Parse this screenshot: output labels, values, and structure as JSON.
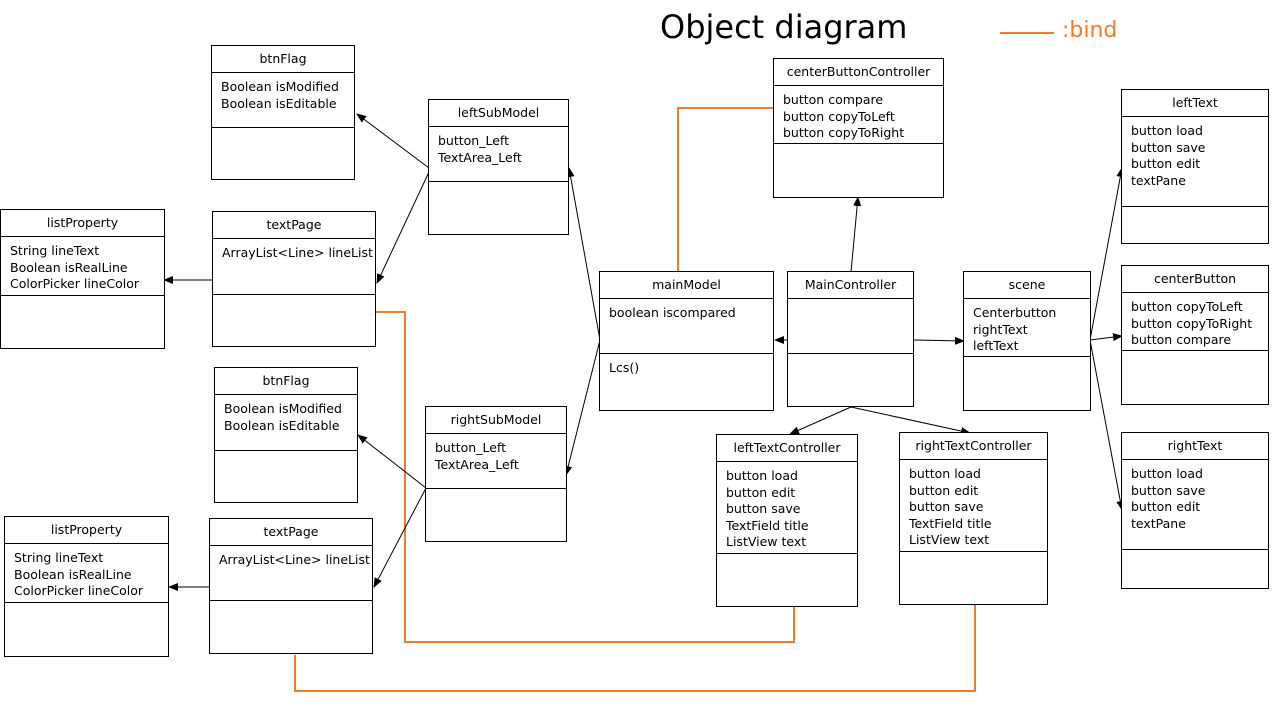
{
  "title": "Object diagram",
  "legend": {
    "label": ":bind",
    "color": "#ED7D31"
  },
  "boxes": {
    "btnFlag_top": {
      "name": "btnFlag",
      "attributes": [
        "Boolean isModified",
        "Boolean isEditable"
      ],
      "methods": []
    },
    "leftSubModel": {
      "name": "leftSubModel",
      "attributes": [
        "button_Left",
        "TextArea_Left"
      ],
      "methods": []
    },
    "listProperty_top": {
      "name": "listProperty",
      "attributes": [
        "String lineText",
        "Boolean isRealLine",
        "ColorPicker lineColor"
      ],
      "methods": []
    },
    "textPage_top": {
      "name": "textPage",
      "attributes": [
        "ArrayList<Line> lineList"
      ],
      "methods": []
    },
    "btnFlag_bottom": {
      "name": "btnFlag",
      "attributes": [
        "Boolean isModified",
        "Boolean isEditable"
      ],
      "methods": []
    },
    "rightSubModel": {
      "name": "rightSubModel",
      "attributes": [
        "button_Left",
        "TextArea_Left"
      ],
      "methods": []
    },
    "listProperty_bottom": {
      "name": "listProperty",
      "attributes": [
        "String lineText",
        "Boolean isRealLine",
        "ColorPicker lineColor"
      ],
      "methods": []
    },
    "textPage_bottom": {
      "name": "textPage",
      "attributes": [
        "ArrayList<Line> lineList"
      ],
      "methods": []
    },
    "centerButtonController": {
      "name": "centerButtonController",
      "attributes": [
        "button compare",
        "button copyToLeft",
        "button copyToRight"
      ],
      "methods": []
    },
    "mainModel": {
      "name": "mainModel",
      "attributes": [
        "boolean iscompared"
      ],
      "methods": [
        "Lcs()"
      ]
    },
    "MainController": {
      "name": "MainController",
      "attributes": [],
      "methods": []
    },
    "scene": {
      "name": "scene",
      "attributes": [
        "Centerbutton",
        "rightText",
        "leftText"
      ],
      "methods": []
    },
    "leftTextController": {
      "name": "leftTextController",
      "attributes": [
        "button load",
        "button edit",
        "button save",
        "TextField title",
        "ListView text"
      ],
      "methods": []
    },
    "rightTextController": {
      "name": "rightTextController",
      "attributes": [
        "button load",
        "button edit",
        "button save",
        "TextField title",
        "ListView text"
      ],
      "methods": []
    },
    "leftText": {
      "name": "leftText",
      "attributes": [
        "button load",
        "button save",
        "button edit",
        "textPane"
      ],
      "methods": []
    },
    "centerButton": {
      "name": "centerButton",
      "attributes": [
        "button copyToLeft",
        "button copyToRight",
        "button compare"
      ],
      "methods": []
    },
    "rightText": {
      "name": "rightText",
      "attributes": [
        "button load",
        "button save",
        "button edit",
        "textPane"
      ],
      "methods": []
    }
  }
}
